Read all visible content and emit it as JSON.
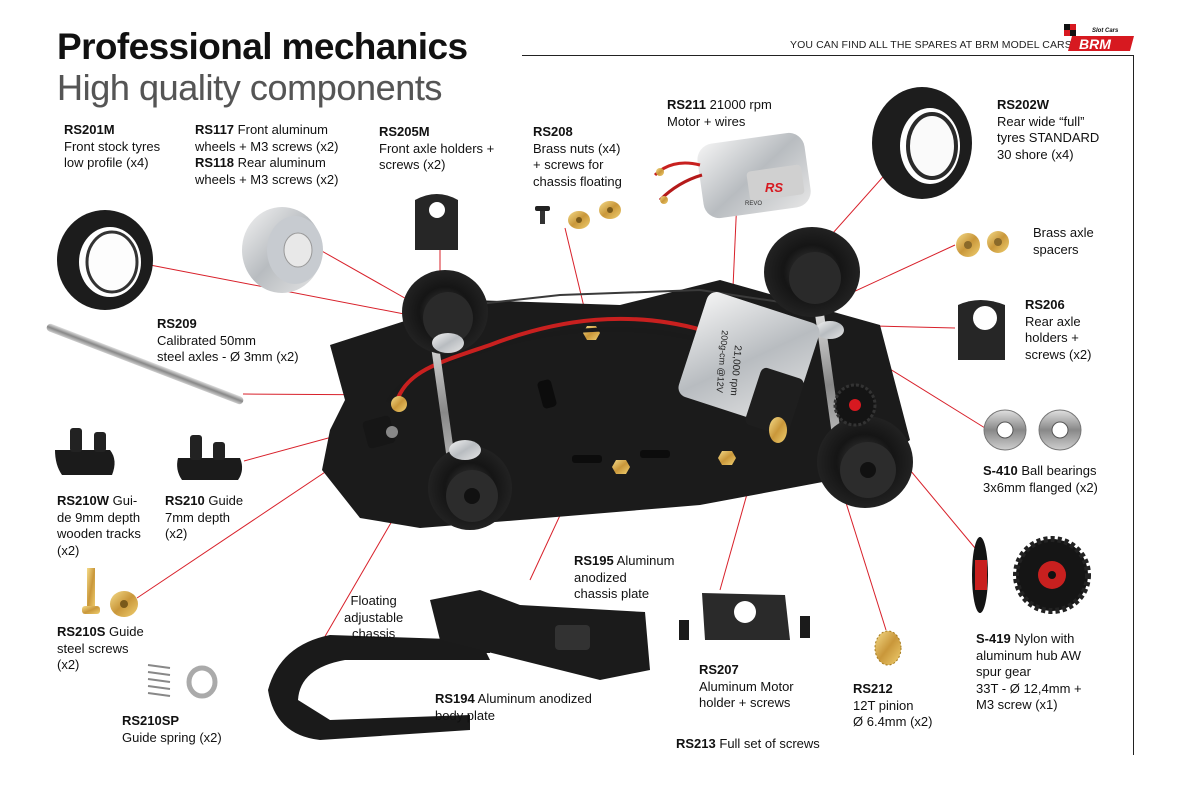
{
  "header": {
    "title": "Professional mechanics",
    "subtitle": "High quality components",
    "tagline": "YOU CAN FIND ALL THE SPARES AT BRM MODEL CARS",
    "logo_small": "Slot Cars",
    "logo_big": "BRM"
  },
  "motor_label_text": "21,000 rpm",
  "motor_label_text2": "200g-cm @12V",
  "motor_brand": "RS",
  "motor_sub": "REVO",
  "parts": {
    "rs201m": {
      "code": "RS201M",
      "lines": [
        "Front stock tyres",
        "low profile (x4)"
      ]
    },
    "rs117": {
      "code": "RS117",
      "lines": [
        "Front aluminum",
        "wheels + M3 screws (x2)"
      ]
    },
    "rs118": {
      "code": "RS118",
      "lines": [
        "Rear aluminum",
        "wheels + M3 screws (x2)"
      ]
    },
    "rs205m": {
      "code": "RS205M",
      "lines": [
        "Front axle holders +",
        "screws (x2)"
      ]
    },
    "rs208": {
      "code": "RS208",
      "lines": [
        "Brass nuts (x4)",
        "+ screws for",
        "chassis floating"
      ]
    },
    "rs211": {
      "code": "RS211",
      "lines": [
        "21000 rpm",
        "Motor + wires"
      ]
    },
    "rs202w": {
      "code": "RS202W",
      "lines": [
        "Rear wide “full”",
        "tyres STANDARD",
        "30 shore (x4)"
      ]
    },
    "brass_spacers": {
      "lines": [
        "Brass axle",
        "spacers"
      ]
    },
    "rs206": {
      "code": "RS206",
      "lines": [
        "Rear axle",
        "holders +",
        "screws (x2)"
      ]
    },
    "rs209": {
      "code": "RS209",
      "lines": [
        "Calibrated 50mm",
        "steel axles - Ø 3mm (x2)"
      ]
    },
    "s410": {
      "code": "S-410",
      "lines": [
        "Ball bearings",
        "3x6mm flanged (x2)"
      ]
    },
    "rs210w": {
      "code": "RS210W",
      "lines": [
        "Gui-",
        "de 9mm depth",
        "wooden tracks",
        "(x2)"
      ]
    },
    "rs210": {
      "code": "RS210",
      "lines": [
        "Guide",
        "7mm depth",
        "(x2)"
      ]
    },
    "rs195": {
      "code": "RS195",
      "lines": [
        "Aluminum",
        "anodized",
        "chassis plate"
      ]
    },
    "floating": {
      "lines": [
        "Floating",
        "adjustable",
        "chassis"
      ]
    },
    "rs210s": {
      "code": "RS210S",
      "lines": [
        "Guide",
        "steel screws",
        "(x2)"
      ]
    },
    "rs194": {
      "code": "RS194",
      "lines": [
        "Aluminum anodized",
        "body plate"
      ]
    },
    "rs207": {
      "code": "RS207",
      "lines": [
        "Aluminum Motor",
        "holder + screws"
      ]
    },
    "rs212": {
      "code": "RS212",
      "lines": [
        "12T pinion",
        "Ø 6.4mm (x2)"
      ]
    },
    "s419": {
      "code": "S-419",
      "lines": [
        "Nylon with",
        "aluminum hub AW",
        "spur gear",
        "33T  - Ø 12,4mm +",
        "M3 screw (x1)"
      ]
    },
    "rs210sp": {
      "code": "RS210SP",
      "lines": [
        "Guide spring (x2)"
      ]
    },
    "rs213": {
      "code": "RS213",
      "lines": [
        "Full set of screws"
      ]
    }
  },
  "colors": {
    "leader": "#d8202a",
    "chassis": "#1a1a1a",
    "brand_red": "#d71920"
  }
}
